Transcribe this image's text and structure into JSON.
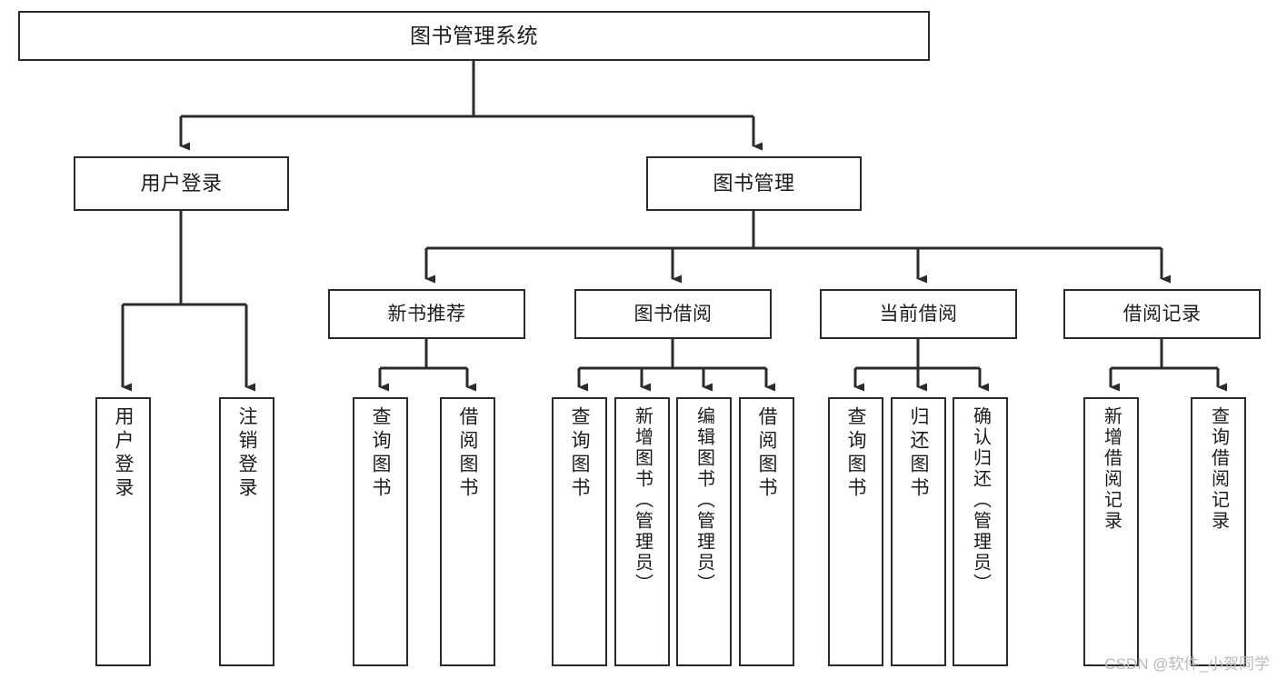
{
  "diagram": {
    "type": "hierarchy-tree",
    "title": "图书管理系统",
    "watermark": "CSDN @软件_小贺同学",
    "colors": {
      "background": "#ffffff",
      "box_border": "#2b2b2b",
      "box_fill": "#ffffff",
      "connector": "#2b2b2b",
      "text": "#1c1c1c",
      "watermark": "#b9b9b9"
    },
    "root": {
      "label": "图书管理系统"
    },
    "level1": [
      {
        "label": "用户登录"
      },
      {
        "label": "图书管理"
      }
    ],
    "level2": [
      {
        "label": "新书推荐"
      },
      {
        "label": "图书借阅"
      },
      {
        "label": "当前借阅"
      },
      {
        "label": "借阅记录"
      }
    ],
    "leaves": {
      "user_login": [
        {
          "label": "用户登录"
        },
        {
          "label": "注销登录"
        }
      ],
      "new_book_recommend": [
        {
          "label": "查询图书"
        },
        {
          "label": "借阅图书"
        }
      ],
      "book_borrow": [
        {
          "label": "查询图书"
        },
        {
          "label": "新增图书（管理员）"
        },
        {
          "label": "编辑图书（管理员）"
        },
        {
          "label": "借阅图书"
        }
      ],
      "current_borrow": [
        {
          "label": "查询图书"
        },
        {
          "label": "归还图书"
        },
        {
          "label": "确认归还（管理员）"
        }
      ],
      "borrow_record": [
        {
          "label": "新增借阅记录"
        },
        {
          "label": "查询借阅记录"
        }
      ]
    }
  }
}
